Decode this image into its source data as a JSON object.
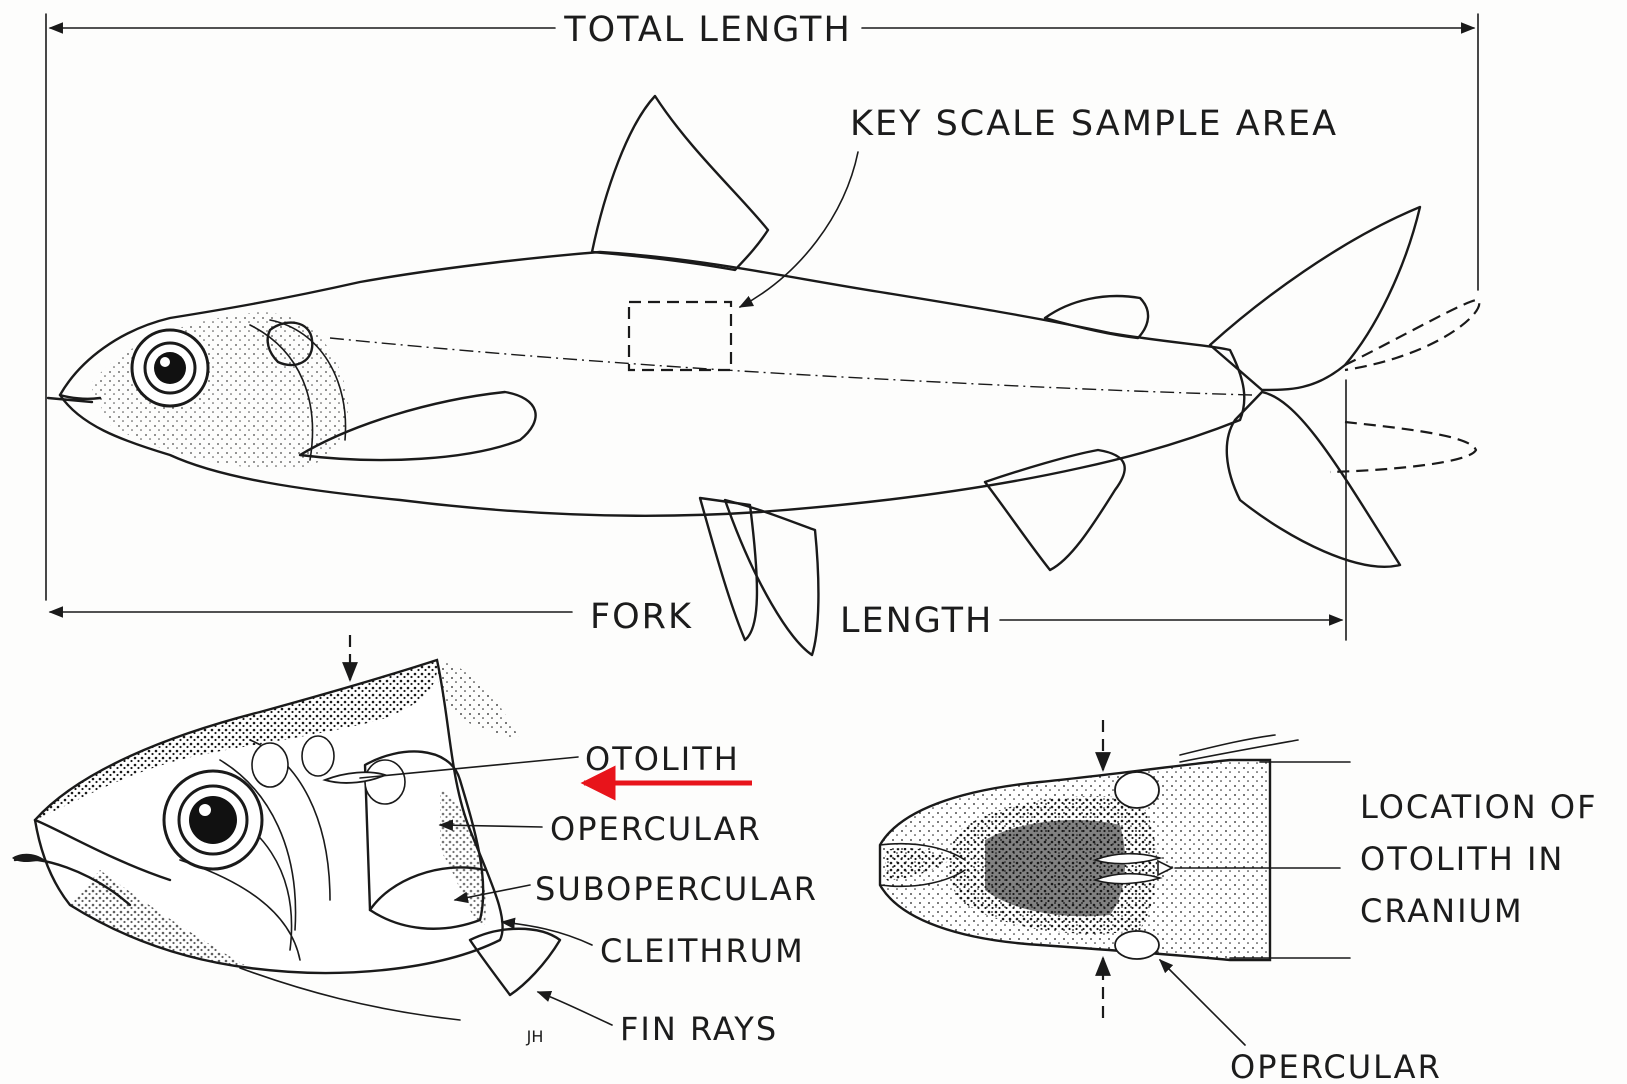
{
  "labels": {
    "total_length": "TOTAL LENGTH",
    "key_scale_sample_area": "KEY SCALE SAMPLE AREA",
    "fork": "FORK",
    "length": "LENGTH",
    "otolith": "OTOLITH",
    "opercular": "OPERCULAR",
    "subopercular": "SUBOPERCULAR",
    "cleithrum": "CLEITHRUM",
    "fin_rays": "FIN RAYS",
    "location_line1": "LOCATION OF",
    "location_line2": "OTOLITH IN",
    "location_line3": "CRANIUM",
    "opercular_bottom": "OPERCULAR",
    "artist_initials": "JH"
  },
  "colors": {
    "ink": "#1a1a1a",
    "paper": "#fdfdfc",
    "highlight_arrow": "#e8141b"
  }
}
